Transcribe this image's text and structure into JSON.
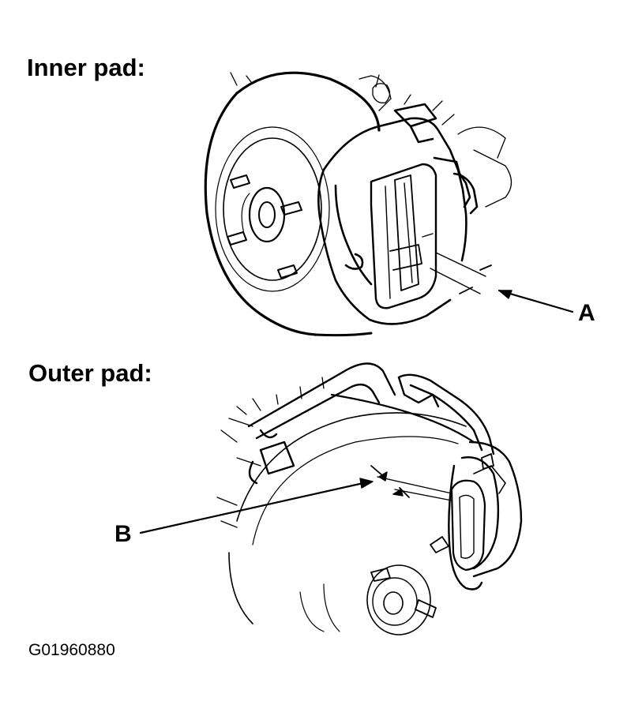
{
  "inner_section": {
    "title": "Inner pad:",
    "callout": "A"
  },
  "outer_section": {
    "title": "Outer pad:",
    "callout": "B"
  },
  "figure_id": "G01960880",
  "colors": {
    "ink": "#000000",
    "background": "#ffffff"
  }
}
